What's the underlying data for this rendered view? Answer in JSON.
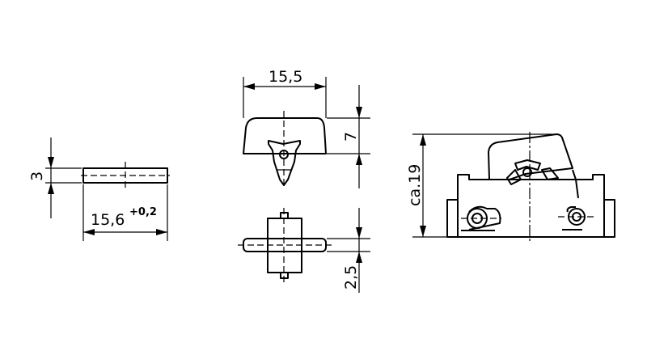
{
  "title": "Switch rocker dimension drawing",
  "dimensions": {
    "left_thickness": "3",
    "left_length": "15,6",
    "left_tolerance": "+0,2",
    "front_width": "15,5",
    "front_height": "7",
    "top_bar_thickness": "2,5",
    "side_height": "ca.19"
  },
  "colors": {
    "line": "#000000",
    "background": "#ffffff"
  }
}
